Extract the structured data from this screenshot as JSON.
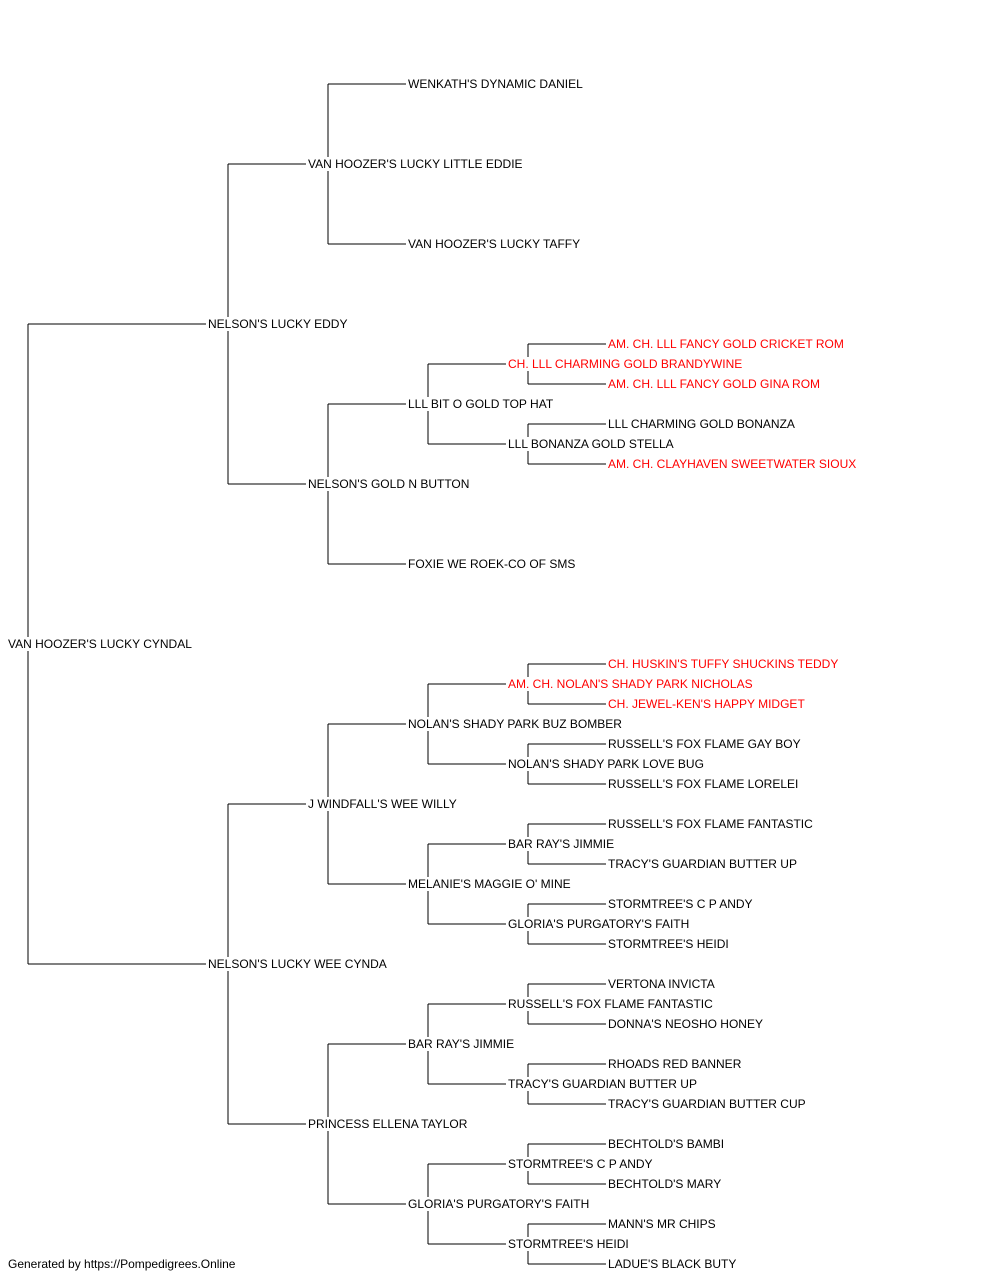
{
  "colors": {
    "normal": "#000000",
    "champion": "#ff0000",
    "connector": "#000000",
    "background": "#ffffff"
  },
  "pedigree": {
    "name": "VAN HOOZER'S LUCKY CYNDAL",
    "sire": {
      "name": "NELSON'S LUCKY EDDY",
      "sire": {
        "name": "VAN HOOZER'S LUCKY LITTLE EDDIE",
        "sire": {
          "name": "WENKATH'S DYNAMIC DANIEL"
        },
        "dam": {
          "name": "VAN HOOZER'S LUCKY TAFFY"
        }
      },
      "dam": {
        "name": "NELSON'S GOLD N BUTTON",
        "sire": {
          "name": "LLL BIT O GOLD TOP HAT",
          "sire": {
            "name": "CH. LLL CHARMING GOLD BRANDYWINE",
            "champion": true,
            "sire": {
              "name": "AM. CH. LLL FANCY GOLD CRICKET ROM",
              "champion": true
            },
            "dam": {
              "name": "AM. CH. LLL FANCY GOLD GINA ROM",
              "champion": true
            }
          },
          "dam": {
            "name": "LLL BONANZA GOLD STELLA",
            "sire": {
              "name": "LLL CHARMING GOLD BONANZA"
            },
            "dam": {
              "name": "AM. CH. CLAYHAVEN SWEETWATER SIOUX",
              "champion": true
            }
          }
        },
        "dam": {
          "name": "FOXIE WE ROEK-CO OF SMS"
        }
      }
    },
    "dam": {
      "name": "NELSON'S LUCKY WEE CYNDA",
      "sire": {
        "name": "J WINDFALL'S WEE WILLY",
        "sire": {
          "name": "NOLAN'S SHADY PARK BUZ BOMBER",
          "sire": {
            "name": "AM. CH. NOLAN'S SHADY PARK NICHOLAS",
            "champion": true,
            "sire": {
              "name": "CH. HUSKIN'S TUFFY SHUCKINS TEDDY",
              "champion": true
            },
            "dam": {
              "name": "CH. JEWEL-KEN'S HAPPY MIDGET",
              "champion": true
            }
          },
          "dam": {
            "name": "NOLAN'S SHADY PARK LOVE BUG",
            "sire": {
              "name": "RUSSELL'S FOX FLAME GAY BOY"
            },
            "dam": {
              "name": "RUSSELL'S FOX FLAME LORELEI"
            }
          }
        },
        "dam": {
          "name": "MELANIE'S MAGGIE O' MINE",
          "sire": {
            "name": "BAR RAY'S JIMMIE",
            "sire": {
              "name": "RUSSELL'S FOX FLAME FANTASTIC"
            },
            "dam": {
              "name": "TRACY'S GUARDIAN BUTTER UP"
            }
          },
          "dam": {
            "name": "GLORIA'S PURGATORY'S FAITH",
            "sire": {
              "name": "STORMTREE'S C P ANDY"
            },
            "dam": {
              "name": "STORMTREE'S HEIDI"
            }
          }
        }
      },
      "dam": {
        "name": "PRINCESS ELLENA TAYLOR",
        "sire": {
          "name": "BAR RAY'S JIMMIE",
          "sire": {
            "name": "RUSSELL'S FOX FLAME FANTASTIC",
            "sire": {
              "name": "VERTONA INVICTA"
            },
            "dam": {
              "name": "DONNA'S NEOSHO HONEY"
            }
          },
          "dam": {
            "name": "TRACY'S GUARDIAN BUTTER UP",
            "sire": {
              "name": "RHOADS RED BANNER"
            },
            "dam": {
              "name": "TRACY'S GUARDIAN BUTTER CUP"
            }
          }
        },
        "dam": {
          "name": "GLORIA'S PURGATORY'S FAITH",
          "sire": {
            "name": "STORMTREE'S C P ANDY",
            "sire": {
              "name": "BECHTOLD'S BAMBI"
            },
            "dam": {
              "name": "BECHTOLD'S MARY"
            }
          },
          "dam": {
            "name": "STORMTREE'S HEIDI",
            "sire": {
              "name": "MANN'S MR CHIPS"
            },
            "dam": {
              "name": "LADUE'S BLACK BUTY"
            }
          }
        }
      }
    }
  },
  "footer": {
    "text": "Generated by https://Pompedigrees.Online"
  }
}
